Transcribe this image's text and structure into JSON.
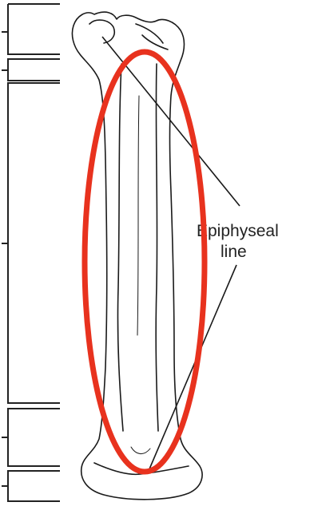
{
  "labels": {
    "epiphyseal_line_1": "Epiphyseal",
    "epiphyseal_line_2": "line"
  },
  "colors": {
    "highlight_ellipse": "#e8321e",
    "bone_outline": "#1a1a1a",
    "bracket": "#222222",
    "leader_line": "#1a1a1a",
    "bone_shading": "#d9d9d9"
  },
  "icons": {
    "bone": "femur-illustration"
  }
}
